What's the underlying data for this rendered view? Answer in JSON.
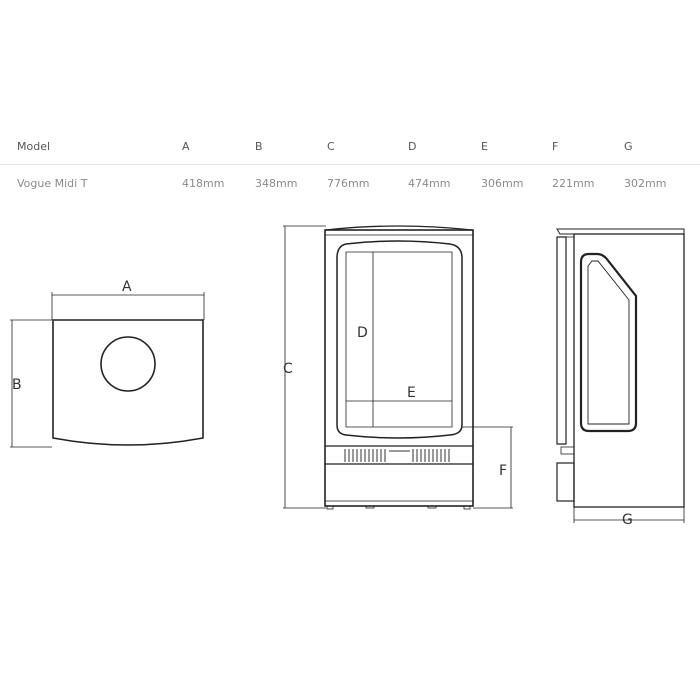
{
  "table": {
    "headers": [
      "Model",
      "A",
      "B",
      "C",
      "D",
      "E",
      "F",
      "G"
    ],
    "rows": [
      [
        "Vogue Midi T",
        "418mm",
        "348mm",
        "776mm",
        "474mm",
        "306mm",
        "221mm",
        "302mm"
      ]
    ]
  },
  "drawings": {
    "top_view": {
      "width_label": "A",
      "depth_label": "B"
    },
    "front_view": {
      "height_label": "C",
      "glass_height_label": "D",
      "glass_width_label": "E",
      "base_height_label": "F"
    },
    "side_view": {
      "depth_label": "G"
    }
  }
}
